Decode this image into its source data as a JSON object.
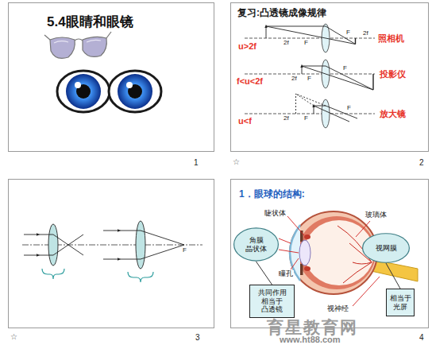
{
  "diagram": {
    "nodes": [
      {
        "text": [
          "5.4眼睛和眼镜",
          "1"
        ]
      },
      {
        "text": [
          "复习:凸透镜成像规律",
          "☆",
          "2"
        ]
      },
      {
        "text": [
          "☆",
          "3"
        ]
      },
      {
        "text": [
          "1．眼球的结构:",
          "4"
        ]
      },
      {
        "text": [
          "角膜",
          "晶状体"
        ],
        "in": 3
      },
      {
        "text": [
          "视网膜"
        ],
        "in": 3
      },
      {
        "text": [
          "共同作用 相当于 凸透镜"
        ],
        "in": 3
      },
      {
        "text": [
          "相当于 光屏"
        ],
        "in": 3
      }
    ],
    "edges": [
      {
        "from": 6,
        "to": 4,
        "arrow": "none"
      },
      {
        "from": 7,
        "to": 5,
        "arrow": "none"
      }
    ],
    "labels": [
      "u>2f",
      "照相机",
      "f<u<2f",
      "投影仪",
      "u<f",
      "放大镜",
      "2f",
      "F",
      "F",
      "2f",
      "2f",
      "F",
      "F",
      "2f",
      "F",
      "F",
      "F",
      "睫状体",
      "玻璃体",
      "瞳孔",
      "视神经",
      "育星教育网",
      "www.ht88.com"
    ]
  }
}
